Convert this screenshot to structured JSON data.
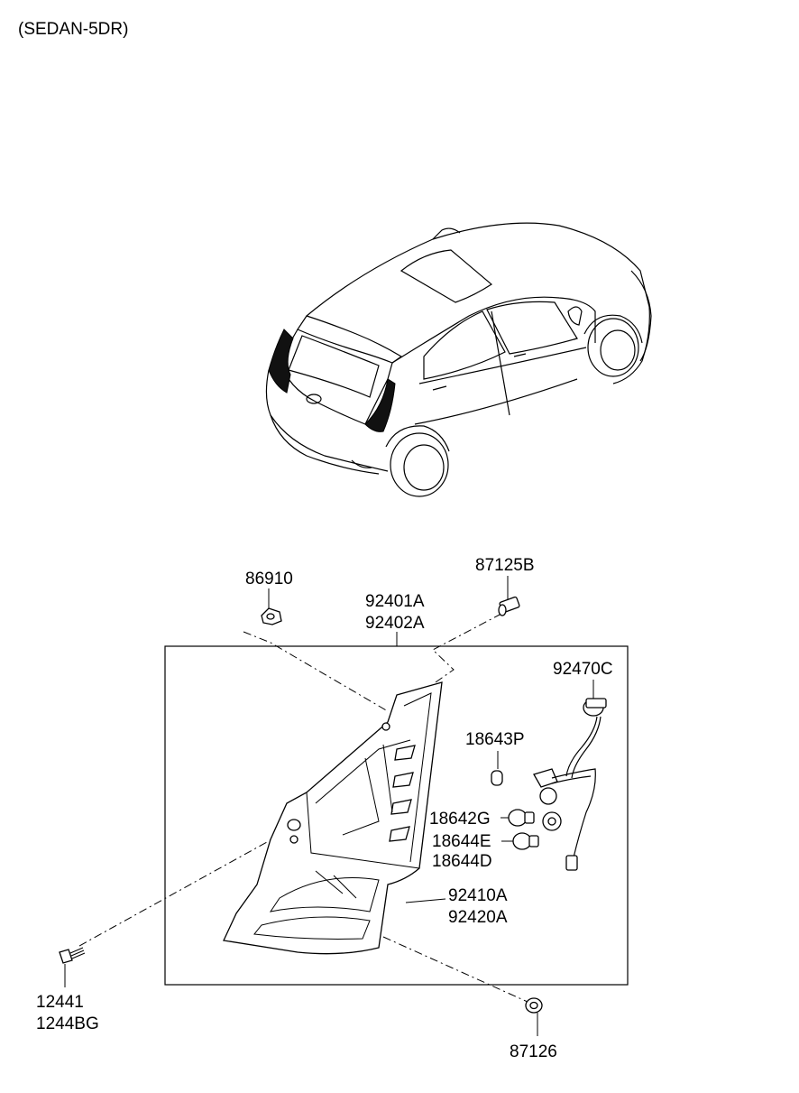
{
  "variant_label": "(SEDAN-5DR)",
  "parts": {
    "clip_86910": "86910",
    "screw_87125B": "87125B",
    "lamp_assy_1": "92401A",
    "lamp_assy_2": "92402A",
    "socket_92470C": "92470C",
    "bulb_18643P": "18643P",
    "bulb_18642G": "18642G",
    "bulb_18644E": "18644E",
    "bulb_18644D": "18644D",
    "lens_1": "92410A",
    "lens_2": "92420A",
    "screw_1": "12441",
    "screw_2": "1244BG",
    "nut_87126": "87126"
  },
  "icons": {
    "car": "hatchback-car-illustration",
    "lamp": "rear-combination-lamp-illustration"
  }
}
